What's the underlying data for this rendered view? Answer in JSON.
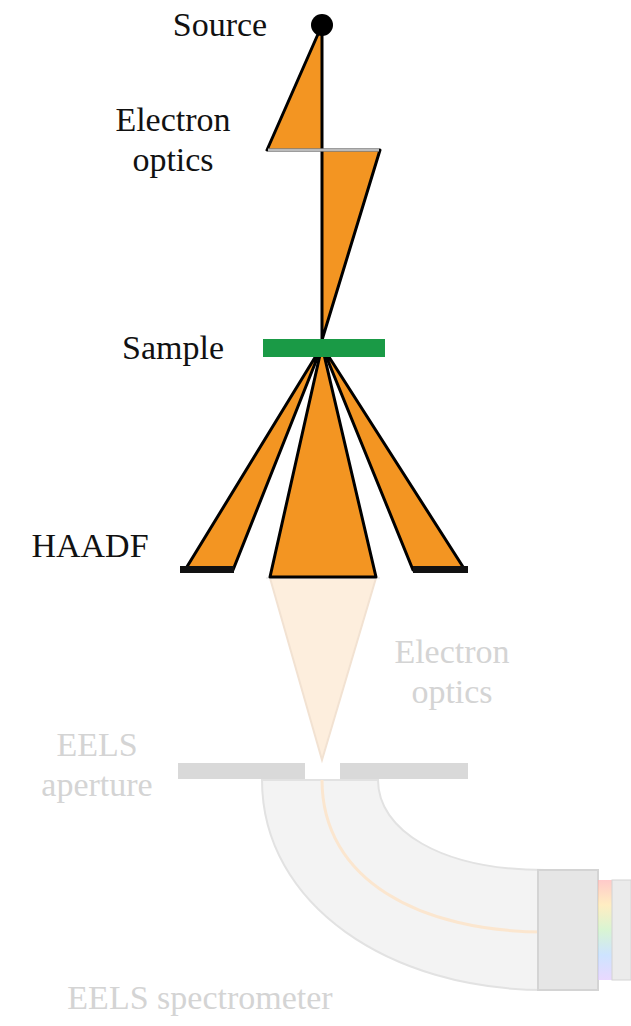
{
  "diagram": {
    "labels": [
      "Source",
      "Electron optics",
      "Sample",
      "HAADF",
      "Electron optics",
      "EELS aperture",
      "EELS spectrometer"
    ]
  }
}
